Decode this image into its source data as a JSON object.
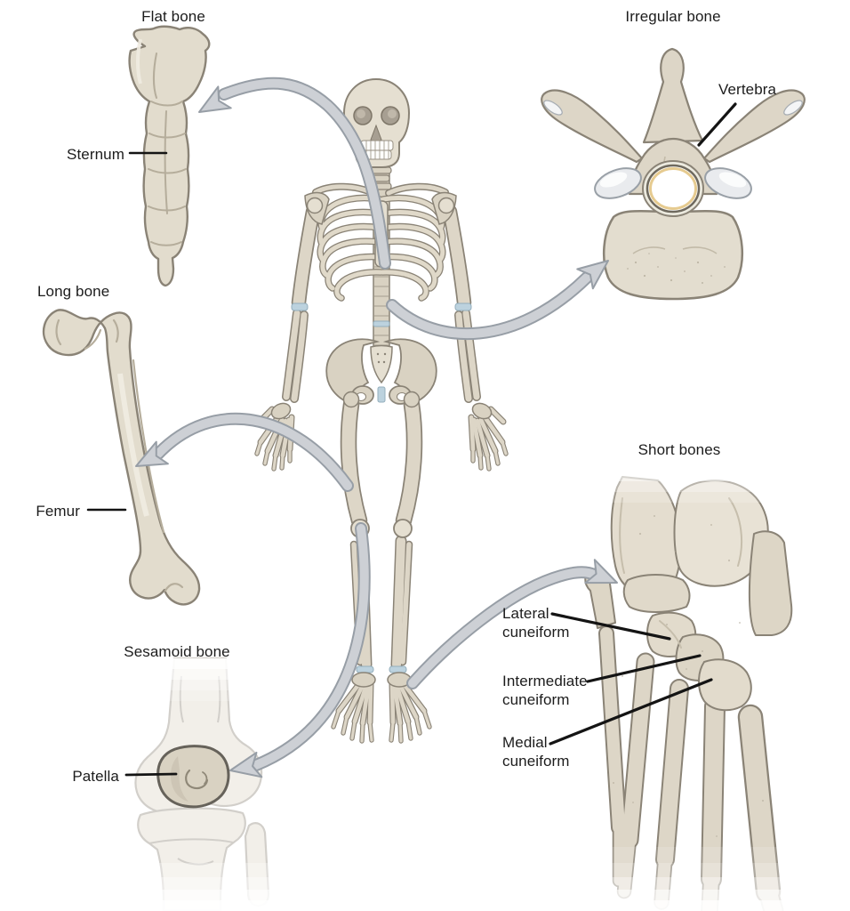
{
  "diagram": {
    "flat_bone": {
      "title": "Flat bone",
      "label": "Sternum"
    },
    "irregular_bone": {
      "title": "Irregular bone",
      "label": "Vertebra"
    },
    "long_bone": {
      "title": "Long bone",
      "label": "Femur"
    },
    "sesamoid_bone": {
      "title": "Sesamoid bone",
      "label": "Patella"
    },
    "short_bones": {
      "title": "Short bones",
      "label_lateral": "Lateral cuneiform",
      "label_intermediate": "Intermediate cuneiform",
      "label_medial": "Medial cuneiform"
    }
  },
  "colors": {
    "background": "#ffffff",
    "bone_fill": "#ddd6c7",
    "bone_light": "#e7e2d6",
    "bone_shade": "#c3bba9",
    "bone_outline": "#8a8376",
    "arrow_fill": "#cdd0d5",
    "arrow_outline": "#979ea6",
    "cartilage_blue": "#bcd2de",
    "label_text": "#1c1c1c"
  }
}
